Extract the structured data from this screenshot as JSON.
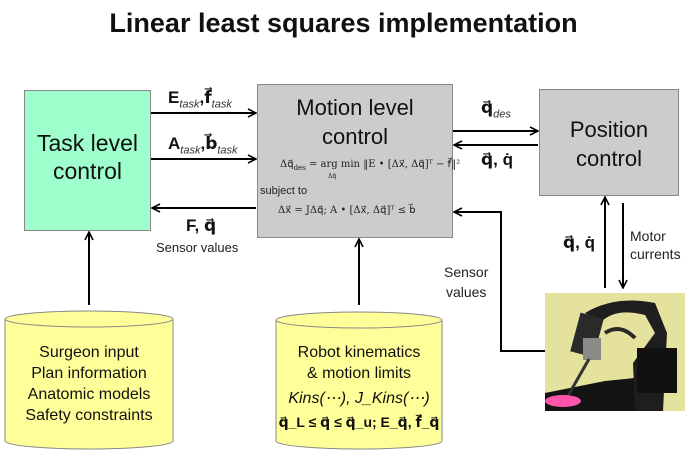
{
  "title": "Linear least squares implementation",
  "blocks": {
    "task_level": {
      "line1": "Task level",
      "line2": "control",
      "color": "#9effcc"
    },
    "motion_level": {
      "line1": "Motion level",
      "line2": "control",
      "color": "#cccccc",
      "objective": {
        "lhs": "Δq⃗",
        "lhs_sub": "des",
        "op": "= arg min",
        "under": "Δq⃗",
        "body": "‖E • [Δx⃗, Δq⃗]ᵀ − f⃗‖²"
      },
      "subject_to": "subject to",
      "constraint": "Δx⃗ = JΔq⃗;  A • [Δx⃗, Δq⃗]ᵀ ≤ b⃗"
    },
    "position": {
      "line1": "Position",
      "line2": "control",
      "color": "#cccccc"
    }
  },
  "signals": {
    "task_to_motion_1": {
      "main": "E",
      "sub": "task",
      "sep": ",",
      "main2": "f⃗",
      "sub2": "task"
    },
    "task_to_motion_2": {
      "main": "A",
      "sub": "task",
      "sep": ",",
      "main2": "b⃗",
      "sub2": "task"
    },
    "motion_to_task": {
      "main": "F, q⃗",
      "caption": "Sensor values"
    },
    "motion_to_position": {
      "main": "q⃗",
      "sub": "des"
    },
    "position_to_motion": {
      "main": "q⃗, q̇"
    },
    "robot_to_position": {
      "main": "q⃗, q̇"
    },
    "position_to_robot": {
      "line1": "Motor",
      "line2": "currents"
    },
    "robot_to_motion": {
      "line1": "Sensor",
      "line2": "values"
    }
  },
  "databases": {
    "task_inputs": {
      "lines": [
        "Surgeon input",
        "Plan information",
        "Anatomic models",
        "Safety constraints"
      ],
      "color": "#ffff99"
    },
    "robot_model": {
      "line1": "Robot kinematics",
      "line2": "& motion limits",
      "line3": "Kins(⋯), J_Kins(⋯)",
      "line4": "q⃗_L ≤ q⃗ ≤ q⃗_u; E_q⃗, f⃗_q⃗",
      "color": "#ffff99"
    }
  },
  "image": {
    "alt": "surgical robot photo"
  }
}
